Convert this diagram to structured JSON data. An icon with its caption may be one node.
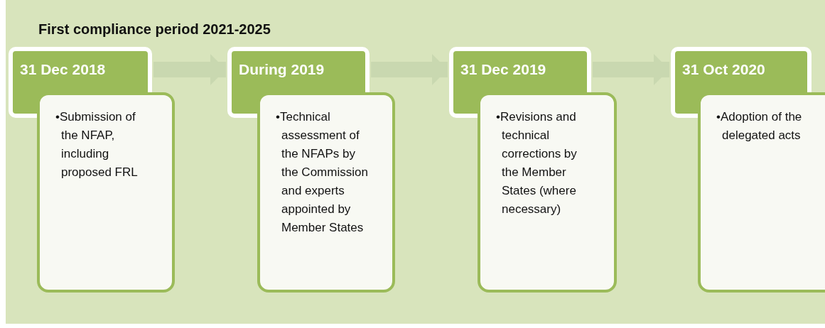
{
  "diagram": {
    "title": "First compliance period 2021-2025",
    "nodes": [
      {
        "text": [
          "31 Dec 2018"
        ]
      },
      {
        "text": [
          "•Submission of the NFAP, including proposed FRL"
        ]
      },
      {
        "text": [
          "During 2019"
        ]
      },
      {
        "text": [
          "•Technical assessment of the NFAPs by the Commission and experts appointed by Member States"
        ]
      },
      {
        "text": [
          "31 Dec 2019"
        ]
      },
      {
        "text": [
          "•Revisions and technical corrections by the Member States (where necessary)"
        ]
      },
      {
        "text": [
          "31 Oct 2020"
        ]
      },
      {
        "text": [
          "•Adoption of the delegated acts"
        ]
      }
    ],
    "edges": [
      {
        "from": 0,
        "to": 2,
        "arrow": "to"
      },
      {
        "from": 2,
        "to": 4,
        "arrow": "to"
      },
      {
        "from": 4,
        "to": 6,
        "arrow": "to"
      }
    ]
  }
}
